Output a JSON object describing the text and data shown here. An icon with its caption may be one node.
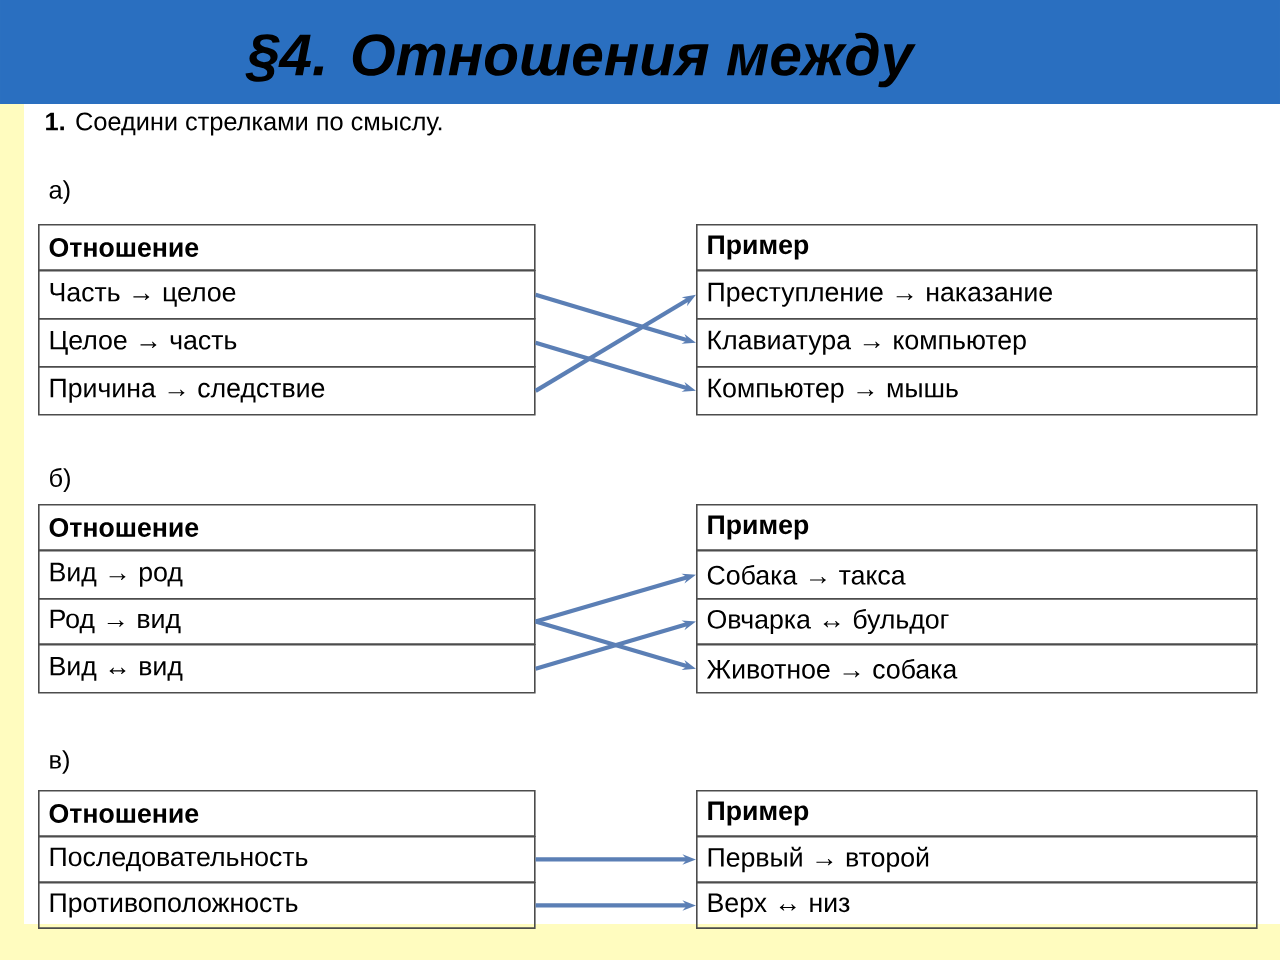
{
  "diagram": {
    "title": "§4. Отношения между",
    "nodes": [
      {
        "text": [
          "Отношение"
        ]
      },
      {
        "text": [
          "Часть → целое"
        ]
      },
      {
        "text": [
          "Целое → часть"
        ]
      },
      {
        "text": [
          "Причина → следствие"
        ]
      },
      {
        "text": [
          "Пример"
        ]
      },
      {
        "text": [
          "Преступление → наказание"
        ]
      },
      {
        "text": [
          "Клавиатура → компьютер"
        ]
      },
      {
        "text": [
          "Компьютер → мышь"
        ]
      },
      {
        "text": [
          "Отношение"
        ]
      },
      {
        "text": [
          "Вид → род"
        ]
      },
      {
        "text": [
          "Род → вид"
        ]
      },
      {
        "text": [
          "Вид ↔ вид"
        ]
      },
      {
        "text": [
          "Пример"
        ]
      },
      {
        "text": [
          "Собака → такса"
        ]
      },
      {
        "text": [
          "Овчарка ↔ бульдог"
        ]
      },
      {
        "text": [
          "Животное → собака"
        ]
      },
      {
        "text": [
          "Отношение"
        ]
      },
      {
        "text": [
          "Последовательность"
        ]
      },
      {
        "text": [
          "Противоположность"
        ]
      },
      {
        "text": [
          "Пример"
        ]
      },
      {
        "text": [
          "Первый → второй"
        ]
      },
      {
        "text": [
          "Верх ↔ низ"
        ]
      }
    ],
    "edges": [
      {
        "from": 1,
        "to": 6,
        "arrow": "to"
      },
      {
        "from": 2,
        "to": 7,
        "arrow": "to"
      },
      {
        "from": 3,
        "to": 5,
        "arrow": "to"
      },
      {
        "from": 10,
        "to": 13,
        "arrow": "to"
      },
      {
        "from": 10,
        "to": 15,
        "arrow": "to"
      },
      {
        "from": 11,
        "to": 14,
        "arrow": "to"
      },
      {
        "from": 17,
        "to": 20,
        "arrow": "to"
      },
      {
        "from": 18,
        "to": 21,
        "arrow": "to"
      }
    ],
    "labels": [
      "**1.** Соедини стрелками по смыслу.",
      "а)",
      "б)",
      "в)"
    ]
  }
}
